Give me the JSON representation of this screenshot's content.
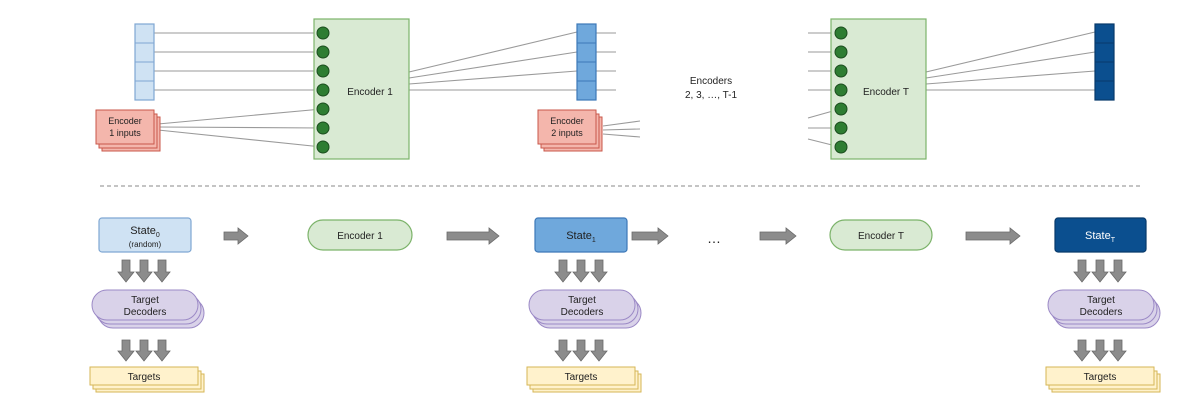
{
  "top": {
    "encoder1_label": "Encoder 1",
    "encoder1_inputs_line1": "Encoder",
    "encoder1_inputs_line2": "1 inputs",
    "encoder2_inputs_line1": "Encoder",
    "encoder2_inputs_line2": "2 inputs",
    "middle_line1": "Encoders",
    "middle_line2": "2, 3, …, T-1",
    "encoderT_label": "Encoder T"
  },
  "bottom": {
    "state0_main": "State",
    "state0_sub": "0",
    "state0_note": "(random)",
    "encoder1_pill": "Encoder 1",
    "state1_main": "State",
    "state1_sub": "1",
    "ellipsis": "…",
    "encoderT_pill": "Encoder T",
    "stateT_main": "State",
    "stateT_sub": "T",
    "target_decoders_line1": "Target",
    "target_decoders_line2": "Decoders",
    "targets": "Targets"
  },
  "colors": {
    "state0_fill": "#cfe2f3",
    "state0_stroke": "#7fa7d3",
    "state1_fill": "#6fa8dc",
    "state1_stroke": "#3d78b8",
    "stateT_fill": "#0b4f8f",
    "stateT_stroke": "#083a6b",
    "encoder_fill": "#d9ead3",
    "encoder_stroke": "#7cb36a",
    "inputs_fill": "#f4b6ac",
    "inputs_stroke": "#c9574a",
    "decoder_fill": "#d9d2e9",
    "decoder_stroke": "#9b89c6",
    "targets_fill": "#fff2cc",
    "targets_stroke": "#d6b656",
    "node_fill": "#2e7d32"
  }
}
